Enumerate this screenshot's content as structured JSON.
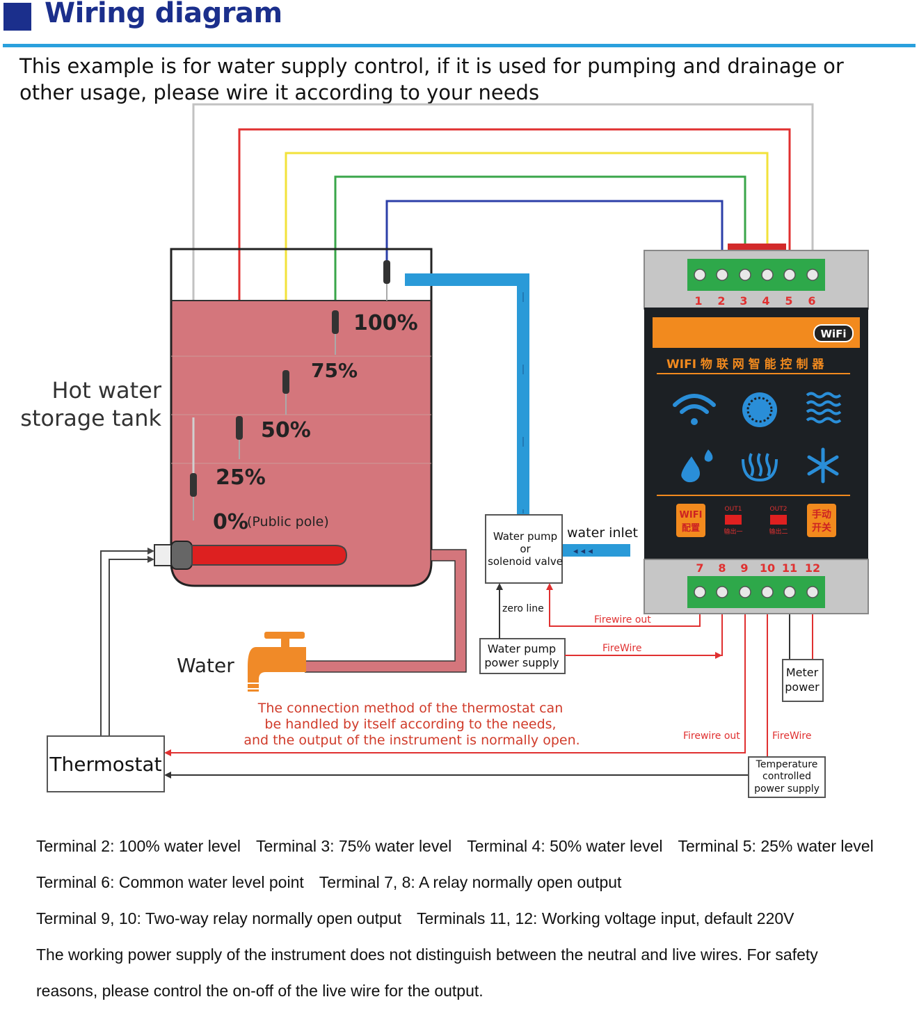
{
  "header": {
    "title": "Wiring diagram"
  },
  "intro": "This example is for water supply control, if it is used for pumping and drainage or other usage, please wire it according to your needs",
  "tank": {
    "label_line1": "Hot water",
    "label_line2": "storage tank",
    "levels": {
      "l100": "100%",
      "l75": "75%",
      "l50": "50%",
      "l25": "25%",
      "l0": "0%",
      "l0_note": "(Public pole)"
    }
  },
  "pump_box": {
    "line1": "Water pump",
    "line2": "or",
    "line3": "solenoid valve"
  },
  "water_inlet": "water inlet",
  "zero_line": "zero line",
  "firewire_out_1": "Firewire out",
  "firewire_1": "FireWire",
  "pump_power": {
    "line1": "Water pump",
    "line2": "power supply"
  },
  "meter_power": {
    "line1": "Meter",
    "line2": "power"
  },
  "water_label": "Water",
  "thermostat_note": {
    "line1": "The connection method of the thermostat can",
    "line2": "be handled by itself according to the needs,",
    "line3": "and the output of the instrument is normally open."
  },
  "firewire_out_2": "Firewire out",
  "firewire_2": "FireWire",
  "temp_supply": {
    "line1": "Temperature",
    "line2": "controlled",
    "line3": "power supply"
  },
  "thermostat": "Thermostat",
  "device": {
    "top_terminals": [
      "1",
      "2",
      "3",
      "4",
      "5",
      "6"
    ],
    "bottom_terminals": [
      "7",
      "8",
      "9",
      "10",
      "11",
      "12"
    ],
    "wifi_badge": "WiFi",
    "title": "WIFI 物 联 网 智 能 控 制 器",
    "btn_wifi_1": "WIFI",
    "btn_wifi_2": "配置",
    "out1": "OUT1",
    "out1_sub": "输出一",
    "out2": "OUT2",
    "out2_sub": "输出二",
    "btn_manual_1": "手动",
    "btn_manual_2": "开关"
  },
  "notes": {
    "line1": [
      "Terminal 2: 100% water level",
      "Terminal 3: 75% water level",
      "Terminal 4: 50% water level",
      "Terminal 5: 25% water level"
    ],
    "line2": [
      "Terminal 6: Common water level point",
      "Terminal 7, 8: A relay normally open output"
    ],
    "line3": [
      "Terminal 9, 10: Two-way relay normally open output",
      "Terminals 11, 12: Working voltage input, default 220V"
    ],
    "line4": "The working power supply of the instrument does not distinguish between the neutral and live wires. For safety",
    "line5": "reasons, please control the on-off of the live wire for the output."
  },
  "colors": {
    "title_blue": "#1b2f8c",
    "rule_blue": "#2aa0dd",
    "tank_fill": "#d4767c",
    "wire_red": "#e03030",
    "wire_yellow": "#f2e23a",
    "wire_green": "#3aa64a",
    "wire_blue": "#2c3fa8",
    "wire_grey": "#bdbdbd",
    "pipe_blue": "#2a9ad8",
    "device_orange": "#f28a1e",
    "device_screen": "#1c2024",
    "terminal_green": "#2ea84a",
    "faucet_orange": "#f08a28"
  }
}
